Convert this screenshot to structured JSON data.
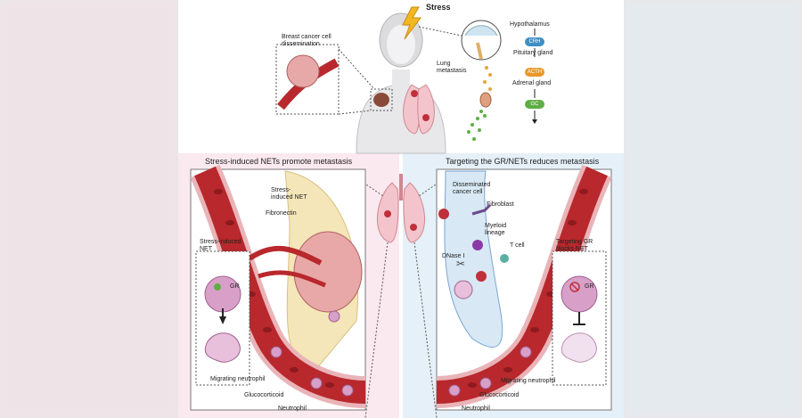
{
  "top": {
    "stress_label": "Stress",
    "breast_label": "Breast cancer cell dissemination",
    "lung_label": "Lung metastasis",
    "hpa": [
      {
        "organ": "Hypothalamus",
        "hormone": "CRH",
        "color": "#3d8fc6"
      },
      {
        "organ": "Pituitary gland",
        "hormone": "ACTH",
        "color": "#e8982a"
      },
      {
        "organ": "Adrenal gland",
        "hormone": "GC",
        "color": "#5fae45"
      }
    ]
  },
  "left_panel": {
    "title": "Stress-induced NETs promote metastasis",
    "bg": "#fbe9f0",
    "labels": {
      "stress_net": "Stress-induced NET",
      "fibronectin": "Fibronectin",
      "inset_net": "Stress-induced NET",
      "gr": "GR",
      "migrating": "Migrating neutrophil",
      "gc": "Glucocorticoid",
      "neutrophil": "Neutrophil"
    }
  },
  "right_panel": {
    "title": "Targeting the GR/NETs reduces metastasis",
    "bg": "#e5f0f8",
    "labels": {
      "disseminated": "Disseminated cancer cell",
      "fibroblast": "Fibroblast",
      "myeloid": "Myeloid lineage",
      "tcell": "T cell",
      "dnase": "DNase I",
      "targeting": "Targeting GR blocks NET",
      "gr": "GR",
      "migrating": "Migrating neutrophil",
      "gc": "Glucocorticoid",
      "neutrophil": "Neutrophil"
    }
  },
  "colors": {
    "vessel": "#b8282c",
    "vessel_wall": "#e9b4b8",
    "tissue": "#f4e6b8",
    "cell": "#d8a0c8"
  }
}
